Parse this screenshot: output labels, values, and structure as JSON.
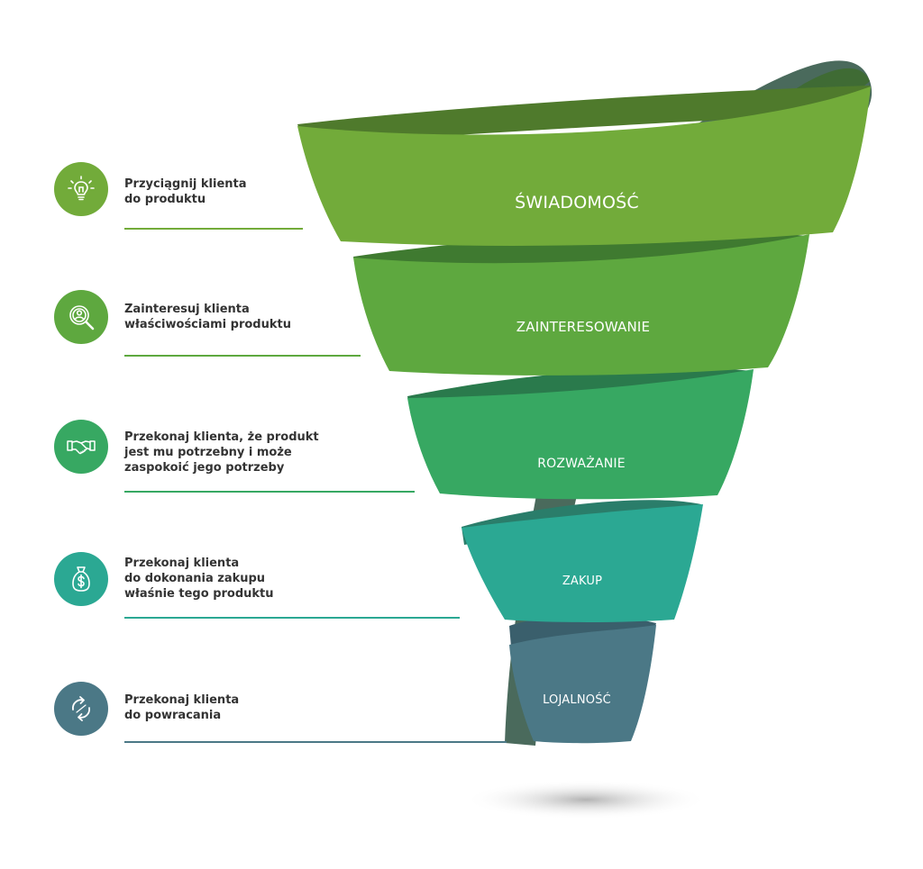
{
  "stages": [
    {
      "label": "ŚWIADOMOŚĆ",
      "color": "#72ab3a",
      "inner": "#4f7a2c",
      "desc": [
        "Przyciągnij klienta",
        "do produktu"
      ],
      "icon": "lightbulb-icon"
    },
    {
      "label": "ZAINTERESOWANIE",
      "color": "#5ea83f",
      "inner": "#3f7a30",
      "desc": [
        "Zainteresuj klienta",
        "właściwościami produktu"
      ],
      "icon": "magnifier-person-icon"
    },
    {
      "label": "ROZWAŻANIE",
      "color": "#37a862",
      "inner": "#2a7a4c",
      "desc": [
        "Przekonaj klienta, że produkt",
        "jest mu potrzebny i może",
        "zaspokoić jego potrzeby"
      ],
      "icon": "handshake-icon"
    },
    {
      "label": "ZAKUP",
      "color": "#2ba893",
      "inner": "#2a7d6a",
      "desc": [
        "Przekonaj klienta",
        "do dokonania zakupu",
        "właśnie tego produktu"
      ],
      "icon": "money-bag-icon"
    },
    {
      "label": "LOJALNOŚĆ",
      "color": "#4b7886",
      "inner": "#3a5f6c",
      "desc": [
        "Przekonaj klienta",
        "do powracania"
      ],
      "icon": "refresh-arrows-icon"
    }
  ]
}
